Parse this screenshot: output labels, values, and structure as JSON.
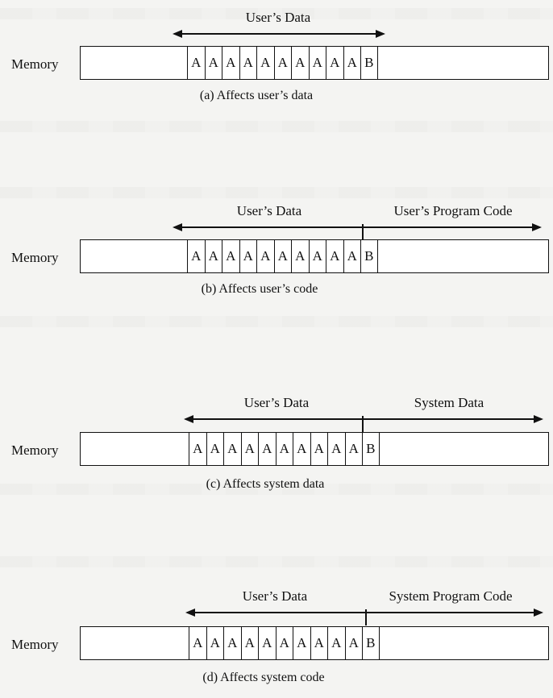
{
  "panels": [
    {
      "memory_label": "Memory",
      "cells": [
        "A",
        "A",
        "A",
        "A",
        "A",
        "A",
        "A",
        "A",
        "A",
        "A",
        "B"
      ],
      "left_header": "User’s Data",
      "right_header": "",
      "caption": "(a) Affects user’s data"
    },
    {
      "memory_label": "Memory",
      "cells": [
        "A",
        "A",
        "A",
        "A",
        "A",
        "A",
        "A",
        "A",
        "A",
        "A",
        "B"
      ],
      "left_header": "User’s Data",
      "right_header": "User’s Program Code",
      "caption": "(b) Affects user’s code"
    },
    {
      "memory_label": "Memory",
      "cells": [
        "A",
        "A",
        "A",
        "A",
        "A",
        "A",
        "A",
        "A",
        "A",
        "A",
        "B"
      ],
      "left_header": "User’s Data",
      "right_header": "System Data",
      "caption": "(c) Affects system data"
    },
    {
      "memory_label": "Memory",
      "cells": [
        "A",
        "A",
        "A",
        "A",
        "A",
        "A",
        "A",
        "A",
        "A",
        "A",
        "B"
      ],
      "left_header": "User’s Data",
      "right_header": "System Program Code",
      "caption": "(d) Affects system code"
    }
  ]
}
